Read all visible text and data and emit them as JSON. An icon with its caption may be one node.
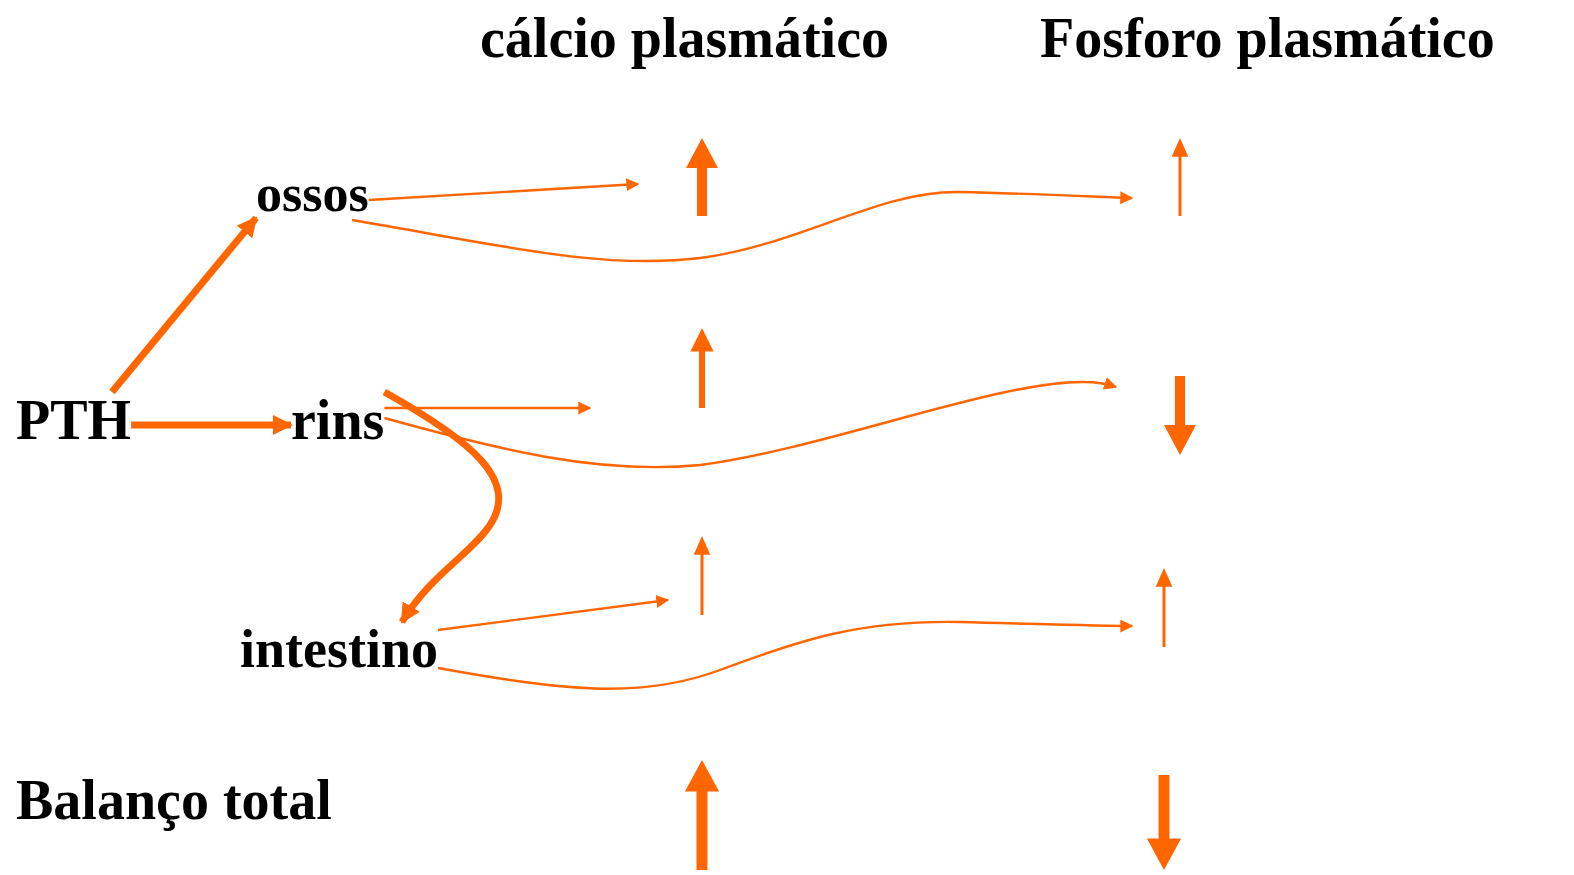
{
  "diagram": {
    "nodes": [
      {
        "text": [
          "ossos"
        ]
      },
      {
        "text": [
          "PTH"
        ]
      },
      {
        "text": [
          "rins"
        ]
      },
      {
        "text": [
          "intestino"
        ]
      }
    ],
    "edges": [
      {
        "from": 1,
        "to": 0,
        "arrow": "to",
        "style": "thick"
      },
      {
        "from": 1,
        "to": 2,
        "arrow": "to",
        "style": "thick"
      },
      {
        "from": 2,
        "to": 3,
        "arrow": "to",
        "style": "thick"
      },
      {
        "from": 0,
        "to": null,
        "arrow": "to"
      },
      {
        "from": 0,
        "to": null,
        "arrow": "to"
      },
      {
        "from": 2,
        "to": null,
        "arrow": "to"
      },
      {
        "from": 2,
        "to": null,
        "arrow": "to"
      },
      {
        "from": 3,
        "to": null,
        "arrow": "to"
      },
      {
        "from": 3,
        "to": null,
        "arrow": "to"
      }
    ],
    "labels": [
      "cálcio plasmático",
      "Fosforo plasmático",
      "Balanço total"
    ]
  }
}
